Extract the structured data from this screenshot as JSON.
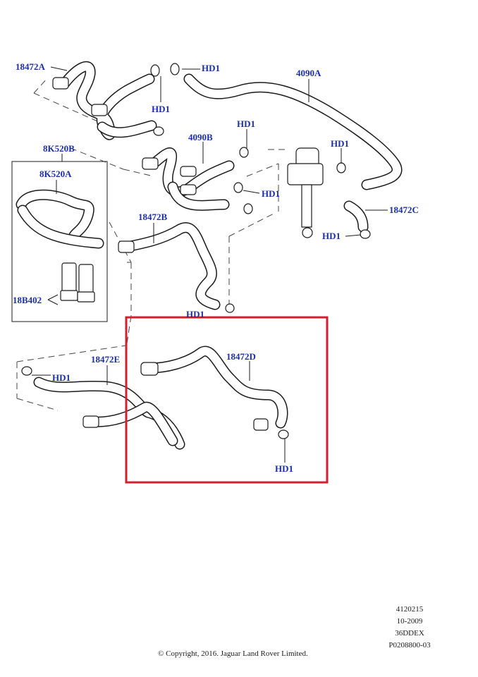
{
  "labels": {
    "l_18472A": "18472A",
    "l_4090A": "4090A",
    "l_4090B": "4090B",
    "l_8K520B": "8K520B",
    "l_8K520A": "8K520A",
    "l_18472B": "18472B",
    "l_18472C": "18472C",
    "l_18B402": "18B402",
    "l_18472E": "18472E",
    "l_18472D": "18472D",
    "hd1_a": "HD1",
    "hd1_b": "HD1",
    "hd1_c": "HD1",
    "hd1_d": "HD1",
    "hd1_e": "HD1",
    "hd1_f": "HD1",
    "hd1_g": "HD1",
    "hd1_h": "HD1",
    "hd1_i": "HD1"
  },
  "reference": {
    "line1": "4120215",
    "line2": "10-2009",
    "line3": "36DDEX",
    "line4": "P0208800-03"
  },
  "copyright": "© Copyright, 2016. Jaguar Land Rover Limited.",
  "colors": {
    "callout": "#1a2fa8",
    "highlight": "#d2202f",
    "line": "#1b1b1b"
  }
}
